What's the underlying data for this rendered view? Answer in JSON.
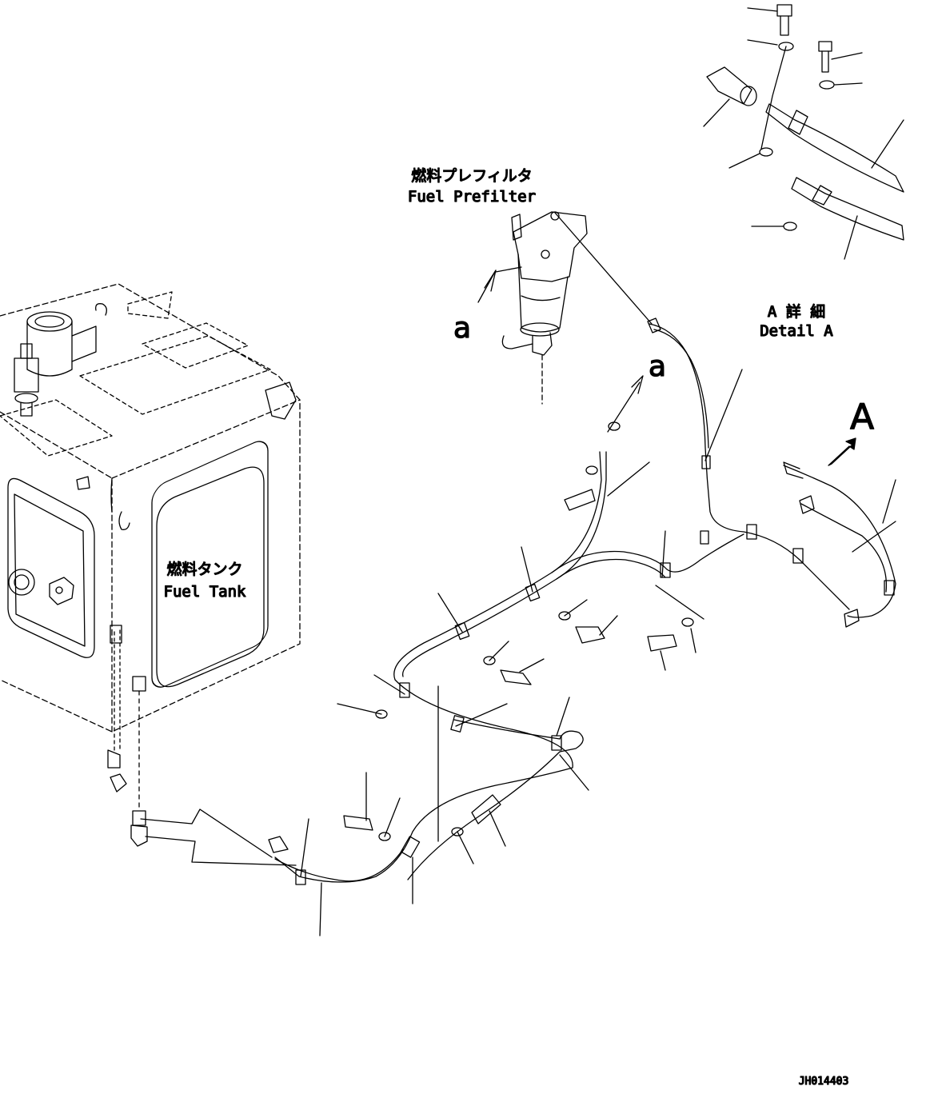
{
  "labels": {
    "prefilter_jp": "燃料プレフィルタ",
    "prefilter_en": "Fuel Prefilter",
    "tank_jp": "燃料タンク",
    "tank_en": "Fuel Tank",
    "detail_jp": "A 詳 細",
    "detail_en": "Detail A",
    "view_a": "A",
    "ref_a_left": "a",
    "ref_a_right": "a",
    "drawing_no": "JH014403"
  },
  "colors": {
    "ink": "#000000",
    "paper": "#ffffff"
  }
}
